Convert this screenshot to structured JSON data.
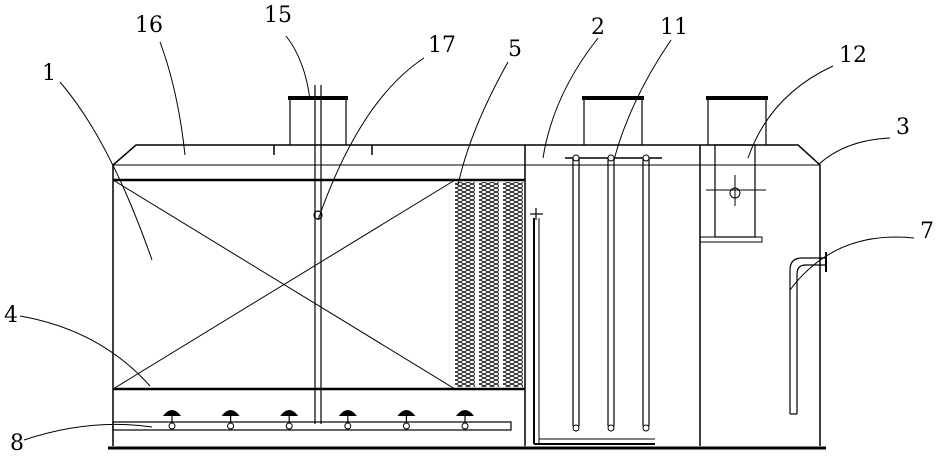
{
  "diagram": {
    "labels": {
      "l1": "1",
      "l2": "2",
      "l3": "3",
      "l4": "4",
      "l5": "5",
      "l7": "7",
      "l8": "8",
      "l11": "11",
      "l12": "12",
      "l15": "15",
      "l16": "16",
      "l17": "17"
    },
    "counts": {
      "aerators": 6,
      "filler_columns": 3,
      "electrode_rods": 3
    }
  }
}
